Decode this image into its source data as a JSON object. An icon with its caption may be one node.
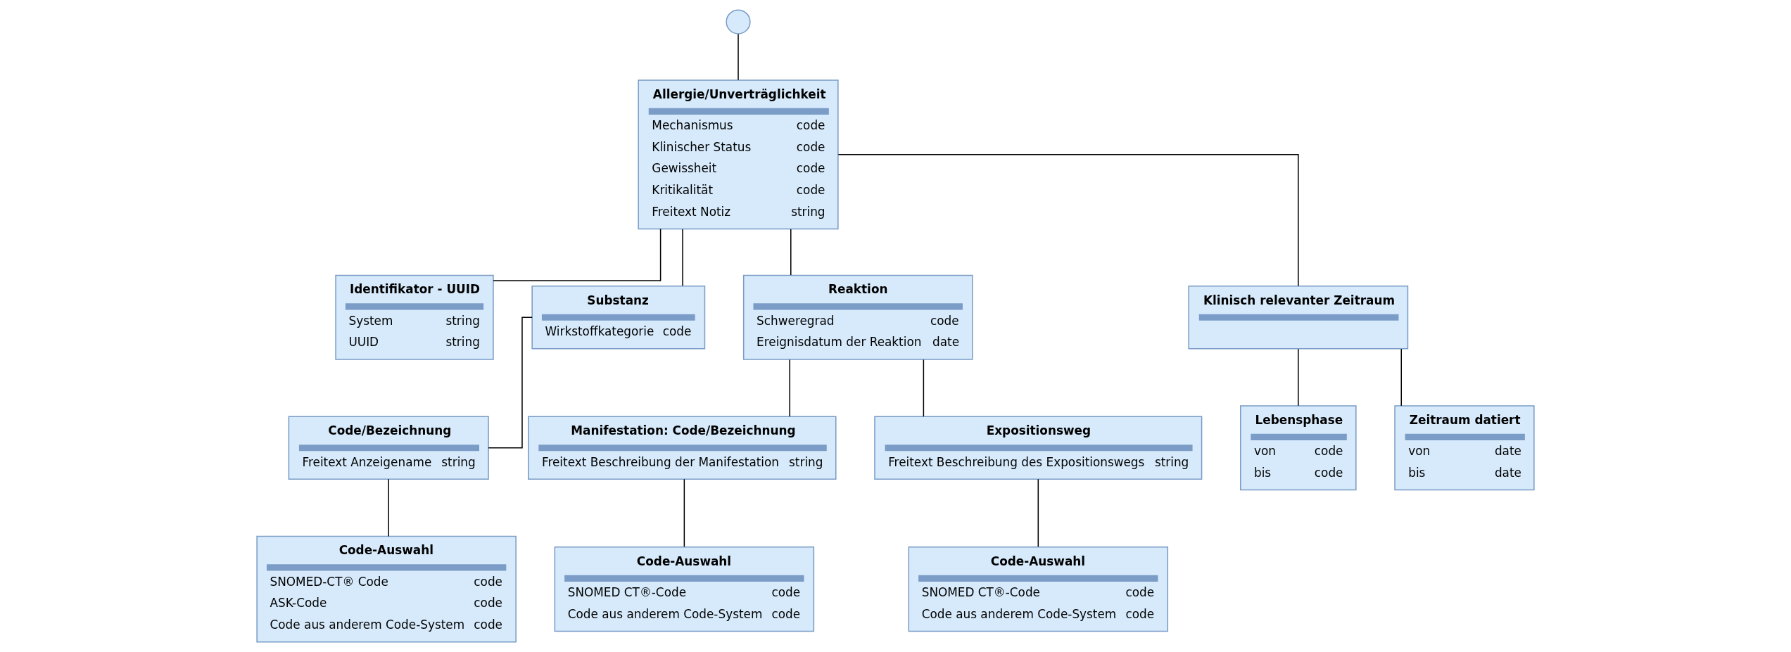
{
  "diagram": {
    "nodes": [
      {
        "text": [],
        "shape": "circle"
      },
      {
        "text": [
          "Allergie/Unverträglichkeit",
          "Mechanismus",
          "code",
          "Klinischer Status",
          "code",
          "Gewissheit",
          "code",
          "Kritikalität",
          "code",
          "Freitext Notiz",
          "string"
        ]
      },
      {
        "text": [
          "Identifikator - UUID",
          "System",
          "string",
          "UUID",
          "string"
        ]
      },
      {
        "text": [
          "Substanz",
          "Wirkstoffkategorie",
          "code"
        ]
      },
      {
        "text": [
          "Reaktion",
          "Schweregrad",
          "code",
          "Ereignisdatum der Reaktion",
          "date"
        ]
      },
      {
        "text": [
          "Klinisch relevanter Zeitraum"
        ]
      },
      {
        "text": [
          "Code/Bezeichnung",
          "Freitext Anzeigename",
          "string"
        ]
      },
      {
        "text": [
          "Manifestation: Code/Bezeichnung",
          "Freitext Beschreibung der Manifestation",
          "string"
        ]
      },
      {
        "text": [
          "Expositionsweg",
          "Freitext Beschreibung des Expositionswegs",
          "string"
        ]
      },
      {
        "text": [
          "Lebensphase",
          "von",
          "code",
          "bis",
          "code"
        ]
      },
      {
        "text": [
          "Zeitraum datiert",
          "von",
          "date",
          "bis",
          "date"
        ]
      },
      {
        "text": [
          "Code-Auswahl",
          "SNOMED-CT® Code",
          "code",
          "ASK-Code",
          "code",
          "Code aus anderem Code-System",
          "code"
        ]
      },
      {
        "text": [
          "Code-Auswahl",
          "SNOMED CT®-Code",
          "code",
          "Code aus anderem Code-System",
          "code"
        ]
      },
      {
        "text": [
          "Code-Auswahl",
          "SNOMED CT®-Code",
          "code",
          "Code aus anderem Code-System",
          "code"
        ]
      }
    ],
    "edges": [
      {
        "from": 0,
        "to": 1,
        "arrow": "none"
      },
      {
        "from": 1,
        "to": 2,
        "arrow": "none"
      },
      {
        "from": 1,
        "to": 3,
        "arrow": "none"
      },
      {
        "from": 1,
        "to": 4,
        "arrow": "none"
      },
      {
        "from": 1,
        "to": 5,
        "arrow": "none"
      },
      {
        "from": 3,
        "to": 6,
        "arrow": "none"
      },
      {
        "from": 6,
        "to": 11,
        "arrow": "none"
      },
      {
        "from": 4,
        "to": 7,
        "arrow": "none"
      },
      {
        "from": 4,
        "to": 8,
        "arrow": "none"
      },
      {
        "from": 7,
        "to": 12,
        "arrow": "none"
      },
      {
        "from": 8,
        "to": 13,
        "arrow": "none"
      },
      {
        "from": 5,
        "to": 9,
        "arrow": "none"
      },
      {
        "from": 5,
        "to": 10,
        "arrow": "none"
      }
    ]
  }
}
